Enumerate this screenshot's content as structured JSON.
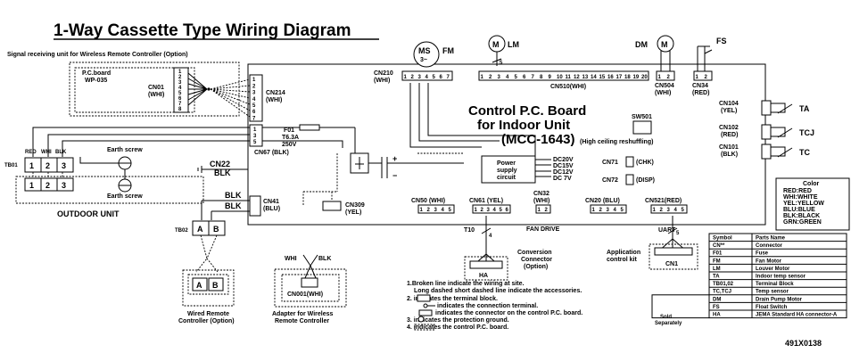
{
  "title": "1-Way Cassette Type Wiring Diagram",
  "signal_unit": "Signal receiving unit for Wireless Remote Controller (Option)",
  "pcb_small": {
    "line1": "P.C.board",
    "line2": "WP-035",
    "cn01": "CN01",
    "cn01_color": "(WHI)",
    "pins": [
      "1",
      "2",
      "3",
      "4",
      "5",
      "6",
      "7",
      "8"
    ]
  },
  "main_board": {
    "line1": "Control P.C. Board",
    "line2": "for Indoor Unit",
    "line3": "(MCC-1643)"
  },
  "ms": {
    "label": "MS",
    "sub": "3~",
    "fm": "FM"
  },
  "lm": {
    "label": "M",
    "name": "LM",
    "count": "5"
  },
  "dm": {
    "name": "DM",
    "label": "M"
  },
  "fs": "FS",
  "cn210": {
    "name": "CN210",
    "color": "(WHI)",
    "pins": [
      "1",
      "2",
      "3",
      "4",
      "5",
      "6",
      "7"
    ]
  },
  "cn510": {
    "name": "CN510(WHI)",
    "pins": [
      "1",
      "2",
      "3",
      "4",
      "5",
      "6",
      "7",
      "8",
      "9",
      "10",
      "11",
      "12",
      "13",
      "14",
      "15",
      "16",
      "17",
      "18",
      "19",
      "20"
    ]
  },
  "cn504": {
    "name": "CN504",
    "color": "(WHI)",
    "pins": [
      "1",
      "2"
    ]
  },
  "cn34": {
    "name": "CN34",
    "color": "(RED)",
    "pins": [
      "1",
      "2"
    ]
  },
  "cn214": {
    "name": "CN214",
    "color": "(WHI)",
    "pins": [
      "1",
      "2",
      "3",
      "4",
      "5",
      "6",
      "7"
    ]
  },
  "cn67": {
    "name": "CN67 (BLK)",
    "pins": [
      "1",
      "3",
      "5"
    ]
  },
  "fuse": {
    "name": "F01",
    "rating": "T6.3A",
    "volt": "250V"
  },
  "sw501": {
    "name": "SW501",
    "label": "(High ceiling reshuffling)"
  },
  "power_supply": {
    "line1": "Power",
    "line2": "supply",
    "line3": "circuit",
    "outs": [
      "DC20V",
      "DC15V",
      "DC12V",
      "DC 7V"
    ]
  },
  "cn104": {
    "name": "CN104",
    "color": "(YEL)",
    "sensor": "TA"
  },
  "cn102": {
    "name": "CN102",
    "color": "(RED)",
    "sensor": "TCJ"
  },
  "cn101": {
    "name": "CN101",
    "color": "(BLK)",
    "sensor": "TC"
  },
  "cn71": "CN71",
  "cn71_label": "(CHK)",
  "cn72": "CN72",
  "cn72_label": "(DISP)",
  "terminal_labels": {
    "red": "RED",
    "whi": "WHI",
    "blk": "BLK",
    "tb01": "TB01",
    "tb02": "TB02",
    "cn22": "CN22",
    "blk2": "BLK",
    "blk3": "BLK",
    "blk4": "BLK"
  },
  "earth": "Earth screw",
  "earth2": "Earth screw",
  "outdoor_unit": "OUTDOOR UNIT",
  "cn41": {
    "name": "CN41",
    "color": "(BLU)"
  },
  "cn309": {
    "name": "CN309",
    "color": "(YEL)"
  },
  "cn50": {
    "name": "CN50 (WHI)",
    "pins": [
      "1",
      "2",
      "3",
      "4",
      "5"
    ]
  },
  "cn61": {
    "name": "CN61 (YEL)",
    "pins": [
      "1",
      "2",
      "3",
      "4",
      "5",
      "6"
    ]
  },
  "cn32": {
    "name": "CN32",
    "color": "(WHI)",
    "pins": [
      "1",
      "2"
    ]
  },
  "cn20": {
    "name": "CN20 (BLU)",
    "pins": [
      "1",
      "2",
      "3",
      "4",
      "5"
    ]
  },
  "cn521": {
    "name": "CN521(RED)",
    "pins": [
      "1",
      "2",
      "3",
      "4",
      "5"
    ]
  },
  "t10": "T10",
  "fan_drive": "FAN DRIVE",
  "uart": "UART",
  "ha": {
    "label": "HA",
    "title1": "Conversion",
    "title2": "Connector",
    "title3": "(Option)",
    "count": "4"
  },
  "cn1": {
    "label": "CN1",
    "app1": "Application",
    "app2": "control kit",
    "count": "5"
  },
  "wired_remote": {
    "line1": "Wired Remote",
    "line2": "Controller (Option)",
    "a": "A",
    "b": "B"
  },
  "adapter": {
    "line1": "Adapter for Wireless",
    "line2": "Remote Controller",
    "cn": "CN001(WHI)",
    "whi": "WHI",
    "blk": "BLK"
  },
  "tb_a": "A",
  "tb_b": "B",
  "tb01_pins": [
    "1",
    "2",
    "3"
  ],
  "notes": [
    "1.Broken line  indicate the wiring at site.",
    "Long dashed short dashed line indicate the accessories.",
    "2.          indicates the terminal block.",
    "indicates the connection terminal.",
    "indicates the connector on the control P.C. board.",
    "3.      indicates the protection ground.",
    "4.          indicates the control P.C. board."
  ],
  "color_legend": {
    "title": "Color",
    "items": [
      "RED:RED",
      "WHI:WHITE",
      "YEL:YELLOW",
      "BLU:BLUE",
      "BLK:BLACK",
      "GRN:GREEN"
    ]
  },
  "symbol_table": {
    "head": [
      "Symbol",
      "Parts Name"
    ],
    "rows": [
      [
        "CN**",
        "Connector"
      ],
      [
        "F01",
        "Fuse"
      ],
      [
        "FM",
        "Fan Motor"
      ],
      [
        "LM",
        "Louver Motor"
      ],
      [
        "TA",
        "Indoor temp sensor"
      ],
      [
        "TB01,02",
        "Terminal Block"
      ],
      [
        "TC,TCJ",
        "Temp sensor"
      ],
      [
        "DM",
        "Drain Pump Motor"
      ],
      [
        "FS",
        "Float Switch"
      ],
      [
        "HA",
        "JEMA Standard HA connector-A"
      ]
    ],
    "sold_separately": "Sold Separately"
  },
  "code": "491X0138"
}
